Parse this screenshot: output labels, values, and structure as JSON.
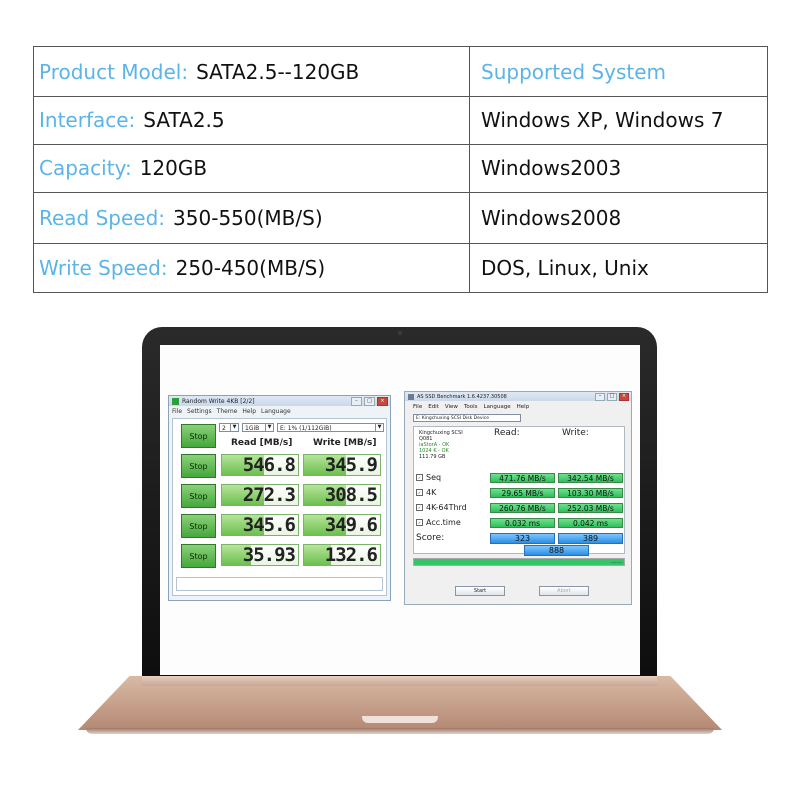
{
  "specs": {
    "rows": [
      {
        "label": "Product Model:",
        "value": "SATA2.5--120GB",
        "right": "Supported System"
      },
      {
        "label": "Interface:",
        "value": "SATA2.5",
        "right": "Windows XP, Windows 7"
      },
      {
        "label": "Capacity:",
        "value": "120GB",
        "right": "Windows2003"
      },
      {
        "label": "Read Speed:",
        "value": "350-550(MB/S)",
        "right": "Windows2008"
      },
      {
        "label": "Write Speed:",
        "value": "250-450(MB/S)",
        "right": "DOS, Linux, Unix"
      }
    ]
  },
  "crystal": {
    "title": "Random Write 4KB [2/2]",
    "menu": [
      "File",
      "Settings",
      "Theme",
      "Help",
      "Language"
    ],
    "controls": {
      "count": "2",
      "size": "1GiB",
      "drive": "E: 1% (1/112GiB)"
    },
    "read_header": "Read [MB/s]",
    "write_header": "Write [MB/s]",
    "button_label": "Stop",
    "rows": [
      {
        "read": "546.8",
        "write": "345.9",
        "read_fill": 0.55,
        "write_fill": 0.55
      },
      {
        "read": "272.3",
        "write": "308.5",
        "read_fill": 0.55,
        "write_fill": 0.55
      },
      {
        "read": "345.6",
        "write": "349.6",
        "read_fill": 0.55,
        "write_fill": 0.55
      },
      {
        "read": "35.93",
        "write": "132.6",
        "read_fill": 0.38,
        "write_fill": 0.35
      }
    ]
  },
  "asssd": {
    "title": "AS SSD Benchmark 1.6.4237.30508",
    "menu": [
      "File",
      "Edit",
      "View",
      "Tools",
      "Language",
      "Help"
    ],
    "drive": "E: Kingchuxing SCSI Disk Device",
    "info": {
      "model": "Kingchuxing SCSI",
      "firmware": "Q081",
      "driver": "iaStorA - OK",
      "align": "1024 K - OK",
      "size": "111.79 GB"
    },
    "read_header": "Read:",
    "write_header": "Write:",
    "rows": [
      {
        "label": "Seq",
        "read": "471.76 MB/s",
        "write": "342.54 MB/s"
      },
      {
        "label": "4K",
        "read": "29.65 MB/s",
        "write": "103.30 MB/s"
      },
      {
        "label": "4K-64Thrd",
        "read": "260.76 MB/s",
        "write": "252.03 MB/s"
      },
      {
        "label": "Acc.time",
        "read": "0.032 ms",
        "write": "0.042 ms"
      }
    ],
    "score_label": "Score:",
    "score_read": "323",
    "score_write": "389",
    "score_total": "888",
    "progress": 1.0,
    "progress_text": "--:--:--",
    "start_label": "Start",
    "abort_label": "Abort"
  }
}
